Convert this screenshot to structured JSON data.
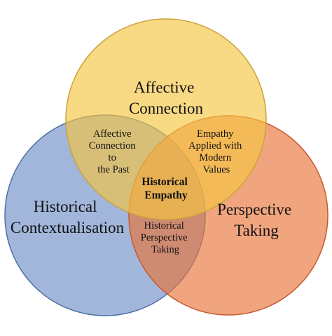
{
  "colors": {
    "affective": "#F4C542",
    "contextual": "#6F8FC6",
    "perspective": "#E8743B",
    "stroke_affective": "#C9A43A",
    "stroke_contextual": "#4A6FA5",
    "stroke_perspective": "#C65A2E"
  },
  "circles": {
    "affective": {
      "lines": [
        "Affective",
        "Connection"
      ]
    },
    "contextual": {
      "lines": [
        "Historical",
        "Contextualisation"
      ]
    },
    "perspective": {
      "lines": [
        "Perspective",
        "Taking"
      ]
    }
  },
  "overlaps": {
    "affective_contextual": {
      "lines": [
        "Affective",
        "Connection",
        "to",
        "the Past"
      ]
    },
    "affective_perspective": {
      "lines": [
        "Empathy",
        "Applied with",
        "Modern",
        "Values"
      ]
    },
    "contextual_perspective": {
      "lines": [
        "Historical",
        "Perspective",
        "Taking"
      ]
    }
  },
  "center": {
    "lines": [
      "Historical",
      "Empathy"
    ]
  }
}
